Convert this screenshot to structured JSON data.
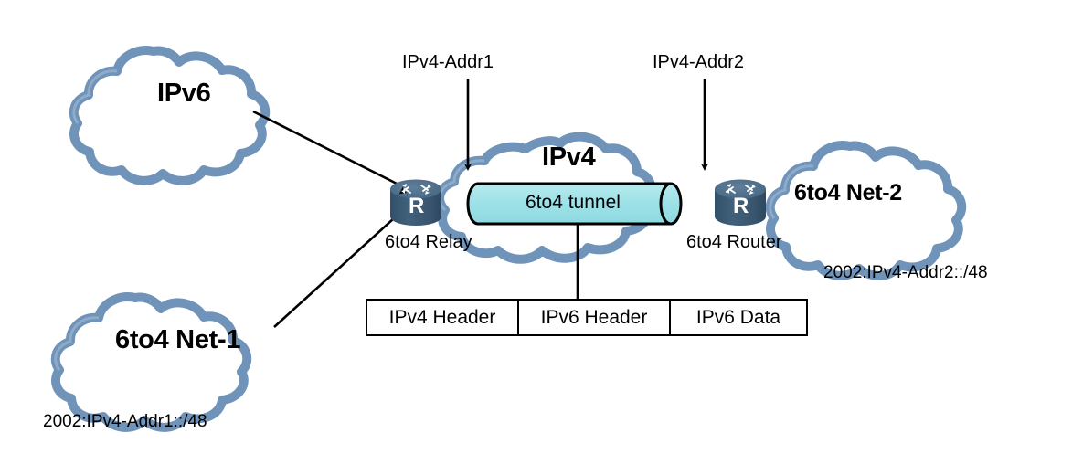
{
  "diagram": {
    "title": "6to4 tunneling diagram",
    "colors": {
      "cloud_outline": "#6f93b9",
      "cloud_fill": "#ffffff",
      "tunnel_fill": "#9fe2e8",
      "tunnel_stroke": "#000000",
      "router_body": "#3e5b74",
      "router_top": "#51708c",
      "line": "#000000",
      "text": "#000000",
      "page_background": "#ffffff"
    },
    "clouds": [
      {
        "id": "ipv6-cloud",
        "label": "IPv6"
      },
      {
        "id": "6to4-net-1-cloud",
        "label": "6to4 Net-1"
      },
      {
        "id": "ipv4-cloud",
        "label": "IPv4"
      },
      {
        "id": "6to4-net-2-cloud",
        "label": "6to4 Net-2"
      }
    ],
    "routers": [
      {
        "id": "6to4-relay",
        "glyph": "R",
        "caption": "6to4 Relay"
      },
      {
        "id": "6to4-router",
        "glyph": "R",
        "caption": "6to4 Router"
      }
    ],
    "tunnel": {
      "label": "6to4 tunnel"
    },
    "annotations": [
      {
        "id": "ipv4-addr1-annotation",
        "label": "IPv4-Addr1"
      },
      {
        "id": "ipv4-addr2-annotation",
        "label": "IPv4-Addr2"
      }
    ],
    "prefixes": [
      {
        "id": "prefix-net-1",
        "label": "2002:IPv4-Addr1::/48"
      },
      {
        "id": "prefix-net-2",
        "label": "2002:IPv4-Addr2::/48"
      }
    ],
    "packet": {
      "cells": [
        {
          "id": "ipv4-header-cell",
          "label": "IPv4 Header"
        },
        {
          "id": "ipv6-header-cell",
          "label": "IPv6 Header"
        },
        {
          "id": "ipv6-data-cell",
          "label": "IPv6 Data"
        }
      ]
    }
  }
}
